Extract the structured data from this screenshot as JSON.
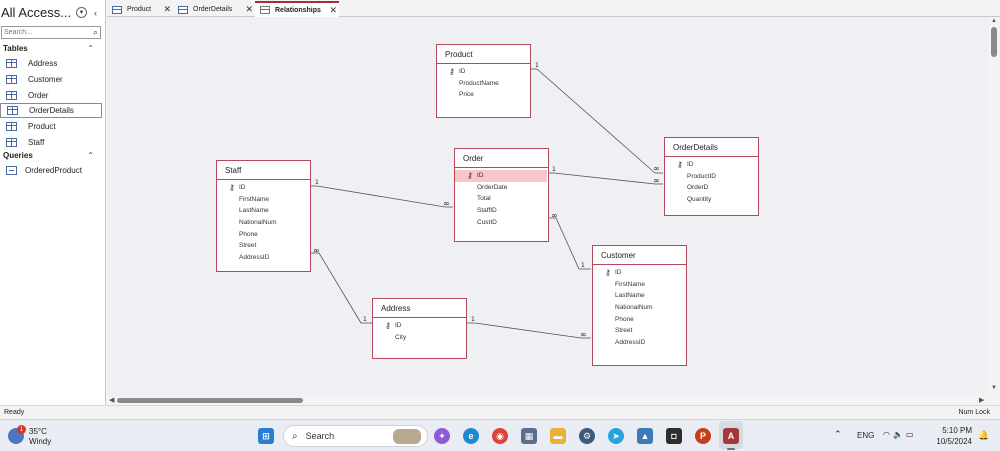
{
  "nav": {
    "title": "All Access...",
    "search_placeholder": "Search...",
    "groups": [
      {
        "label": "Tables",
        "items": [
          "Address",
          "Customer",
          "Order",
          "OrderDetails",
          "Product",
          "Staff"
        ],
        "selected": "OrderDetails"
      },
      {
        "label": "Queries",
        "items": [
          "OrderedProduct"
        ]
      }
    ]
  },
  "tabs": [
    {
      "label": "Product",
      "active": false
    },
    {
      "label": "OrderDetails",
      "active": false
    },
    {
      "label": "Relationships",
      "active": true
    }
  ],
  "diagram": {
    "tables": [
      {
        "name": "Product",
        "fields": [
          "ID",
          "ProductName",
          "Price"
        ],
        "key": "ID"
      },
      {
        "name": "OrderDetails",
        "fields": [
          "ID",
          "ProductID",
          "OrderD",
          "Quantity"
        ],
        "key": "ID"
      },
      {
        "name": "Order",
        "fields": [
          "ID",
          "OrderDate",
          "Total",
          "StaffID",
          "CustID"
        ],
        "key": "ID",
        "highlighted": "ID"
      },
      {
        "name": "Staff",
        "fields": [
          "ID",
          "FirstName",
          "LastName",
          "NationalNum",
          "Phone",
          "Street",
          "AddressID"
        ],
        "key": "ID"
      },
      {
        "name": "Customer",
        "fields": [
          "ID",
          "FirstName",
          "LastName",
          "NationalNum",
          "Phone",
          "Street",
          "AddressID"
        ],
        "key": "ID"
      },
      {
        "name": "Address",
        "fields": [
          "ID",
          "City"
        ],
        "key": "ID"
      }
    ],
    "relationships": [
      {
        "from": "Product.ID",
        "to": "OrderDetails.ProductID",
        "one": "1",
        "many": "∞"
      },
      {
        "from": "Order.ID",
        "to": "OrderDetails.OrderD",
        "one": "1",
        "many": "∞"
      },
      {
        "from": "Staff.ID",
        "to": "Order.StaffID",
        "one": "1",
        "many": "∞"
      },
      {
        "from": "Customer.ID",
        "to": "Order.CustID",
        "one": "1",
        "many": "∞"
      },
      {
        "from": "Address.ID",
        "to": "Staff.AddressID",
        "one": "1",
        "many": "∞"
      },
      {
        "from": "Address.ID",
        "to": "Customer.AddressID",
        "one": "1",
        "many": "∞"
      }
    ]
  },
  "status": {
    "left": "Ready",
    "right": "Num Lock"
  },
  "taskbar": {
    "weather_temp": "35°C",
    "weather_cond": "Windy",
    "weather_badge": "1",
    "search_label": "Search",
    "language": "ENG",
    "time": "5:10 PM",
    "date": "10/5/2024"
  }
}
